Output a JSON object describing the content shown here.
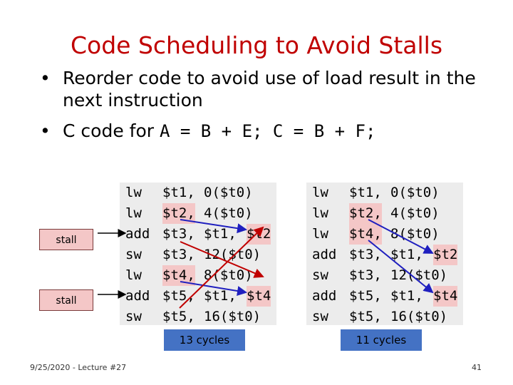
{
  "title": "Code Scheduling to Avoid Stalls",
  "bullets": [
    {
      "text": "Reorder code to avoid use of load result in the next instruction"
    },
    {
      "prefix": "C code for ",
      "code": "A = B + E; C = B + F;"
    }
  ],
  "stall_labels": [
    "stall",
    "stall"
  ],
  "left_code": [
    [
      "lw",
      "$t1,",
      "0($t0)"
    ],
    [
      "lw",
      "$t2,",
      "4($t0)"
    ],
    [
      "add",
      "$t3,",
      "$t1,",
      "$t2"
    ],
    [
      "sw",
      "$t3,",
      "12($t0)"
    ],
    [
      "lw",
      "$t4,",
      "8($t0)"
    ],
    [
      "add",
      "$t5,",
      "$t1,",
      "$t4"
    ],
    [
      "sw",
      "$t5,",
      "16($t0)"
    ]
  ],
  "right_code": [
    [
      "lw",
      "$t1,",
      "0($t0)"
    ],
    [
      "lw",
      "$t2,",
      "4($t0)"
    ],
    [
      "lw",
      "$t4,",
      "8($t0)"
    ],
    [
      "add",
      "$t3,",
      "$t1,",
      "$t2"
    ],
    [
      "sw",
      "$t3,",
      "12($t0)"
    ],
    [
      "add",
      "$t5,",
      "$t1,",
      "$t4"
    ],
    [
      "sw",
      "$t5,",
      "16($t0)"
    ]
  ],
  "cycles_left": "13 cycles",
  "cycles_right": "11 cycles",
  "footer": {
    "left": "9/25/2020 - Lecture #27",
    "page": "41"
  },
  "colors": {
    "title": "#c00000",
    "highlight": "#f4c7c7",
    "arrow": "#1f1fbf",
    "cycles_box": "#4472c4",
    "stall_box": "#f4c7c7"
  }
}
